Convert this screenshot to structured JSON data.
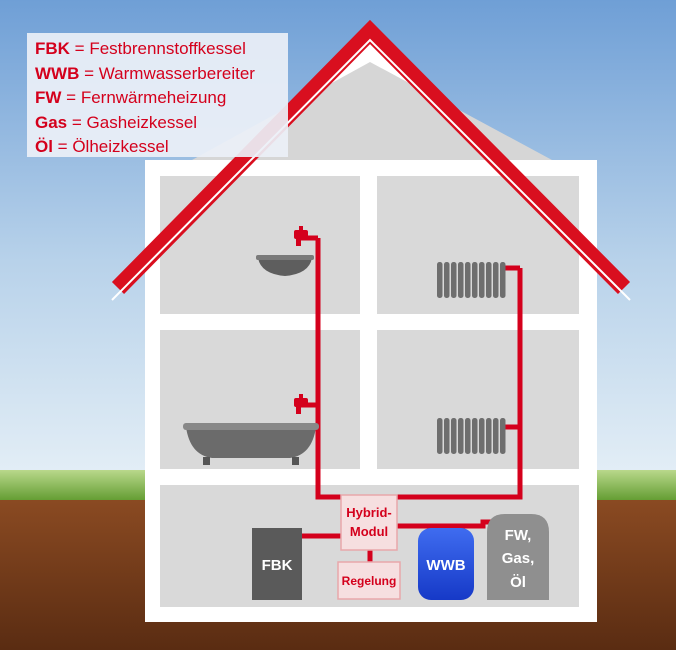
{
  "legend": [
    {
      "abbr": "FBK",
      "sep": " = ",
      "desc": "Festbrennstoffkessel"
    },
    {
      "abbr": "WWB",
      "sep": " = ",
      "desc": "Warmwasserbereiter"
    },
    {
      "abbr": "FW",
      "sep": " = ",
      "desc": "Fernwärmeheizung"
    },
    {
      "abbr": "Gas",
      "sep": " = ",
      "desc": "Gasheizkessel"
    },
    {
      "abbr": "Öl",
      "sep": " = ",
      "desc": "Ölheizkessel"
    }
  ],
  "devices": {
    "hybrid_line1": "Hybrid-",
    "hybrid_line2": "Modul",
    "control": "Regelung",
    "fbk": "FBK",
    "wwb": "WWB",
    "boiler_line1": "FW,",
    "boiler_line2": "Gas,",
    "boiler_line3": "Öl"
  },
  "colors": {
    "pipe": "#d4001c",
    "roof": "#d90f1f",
    "wwb": "#1f4fe0",
    "fbk": "#5a5a5a",
    "boiler": "#8f8f8f",
    "house_wall": "#ffffff",
    "room": "#d9d9d9"
  }
}
